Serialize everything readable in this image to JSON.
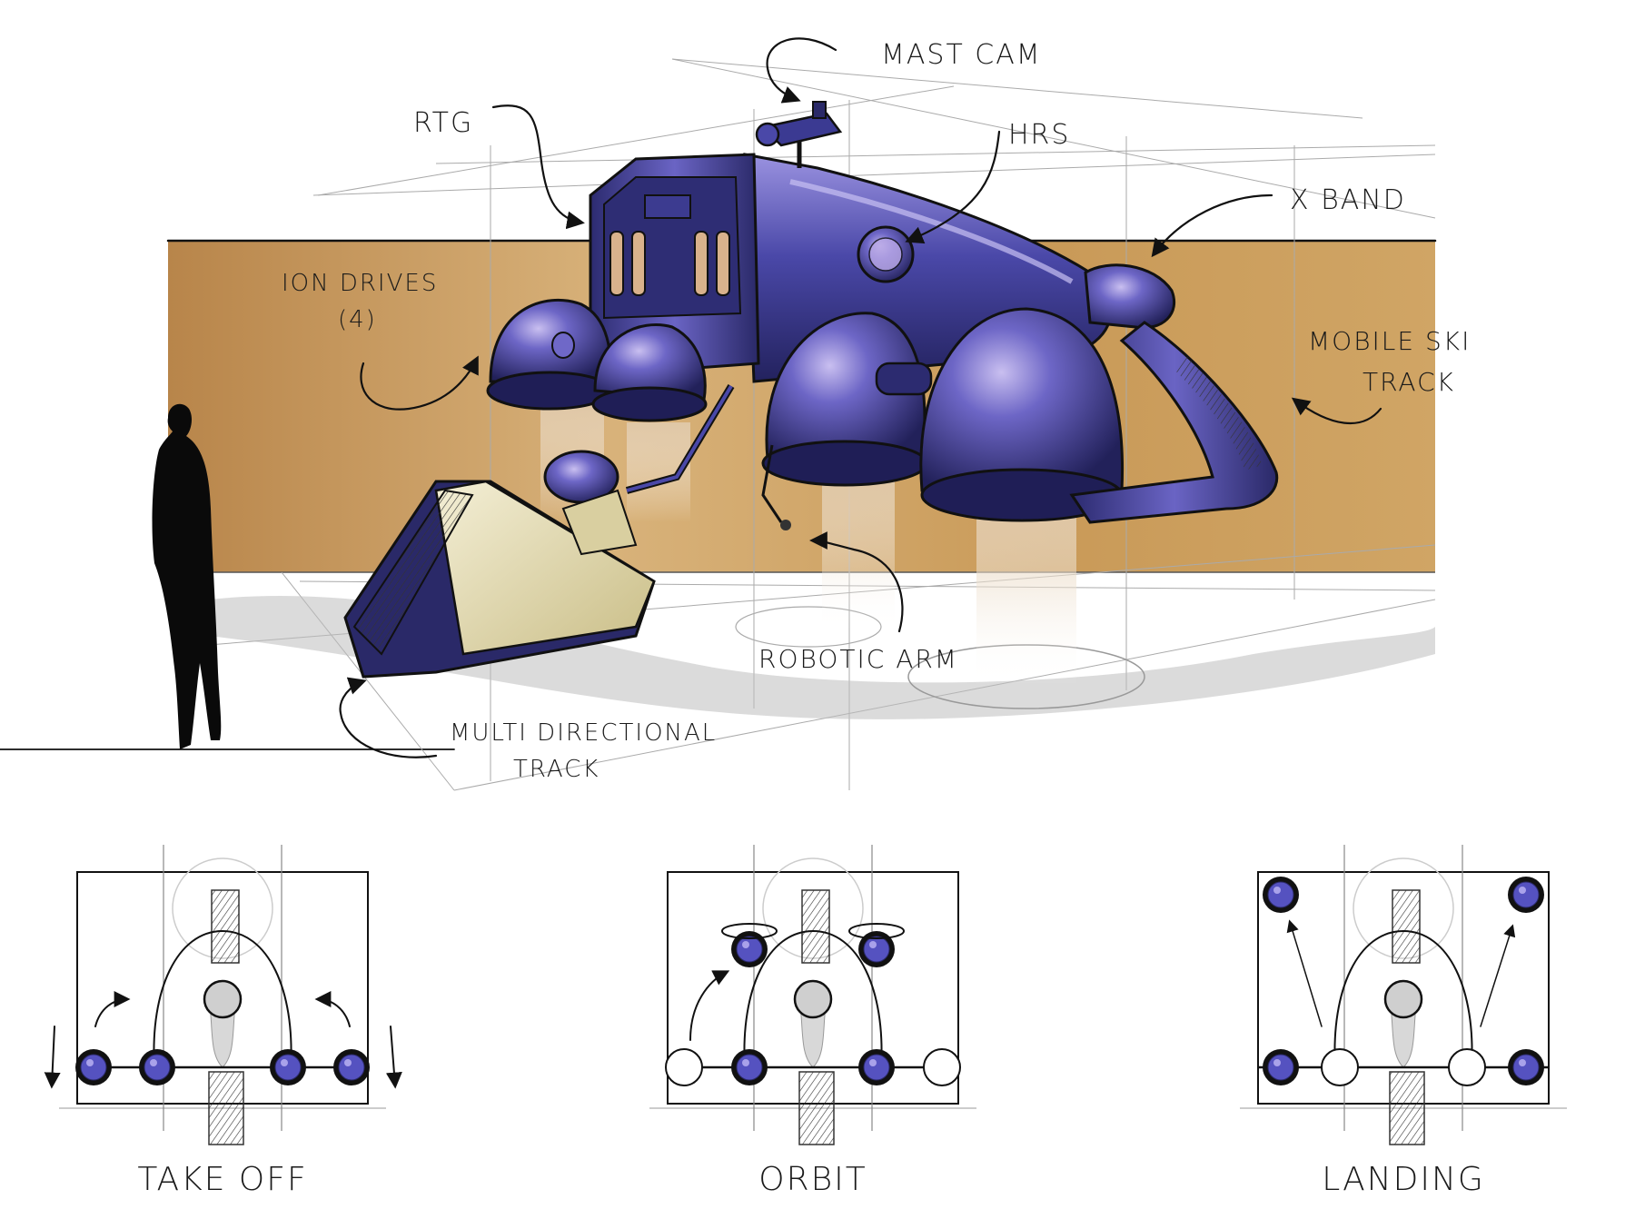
{
  "labels": {
    "mast_cam": "MAST CAM",
    "rtg": "RTG",
    "hrs": "HRS",
    "x_band": "X BAND",
    "ion_drives_line1": "ION DRIVES",
    "ion_drives_line2": "(4)",
    "mobile_ski_track_line1": "MOBILE SKI",
    "mobile_ski_track_line2": "TRACK",
    "robotic_arm": "ROBOTIC ARM",
    "multi_directional_track_line1": "MULTI DIRECTIONAL",
    "multi_directional_track_line2": "TRACK"
  },
  "panels": [
    {
      "caption": "TAKE OFF"
    },
    {
      "caption": "ORBIT"
    },
    {
      "caption": "LANDING"
    }
  ],
  "colors": {
    "body_violet": "#3f3f9a",
    "body_highlight": "#8f86d6",
    "backdrop_tan": "#c99a58",
    "track_cream": "#e8dfb8",
    "silhouette": "#0a0a0a",
    "thruster_glow": "#f2e6d6"
  },
  "icons": {
    "human_silhouette": "person-silhouette-icon"
  }
}
